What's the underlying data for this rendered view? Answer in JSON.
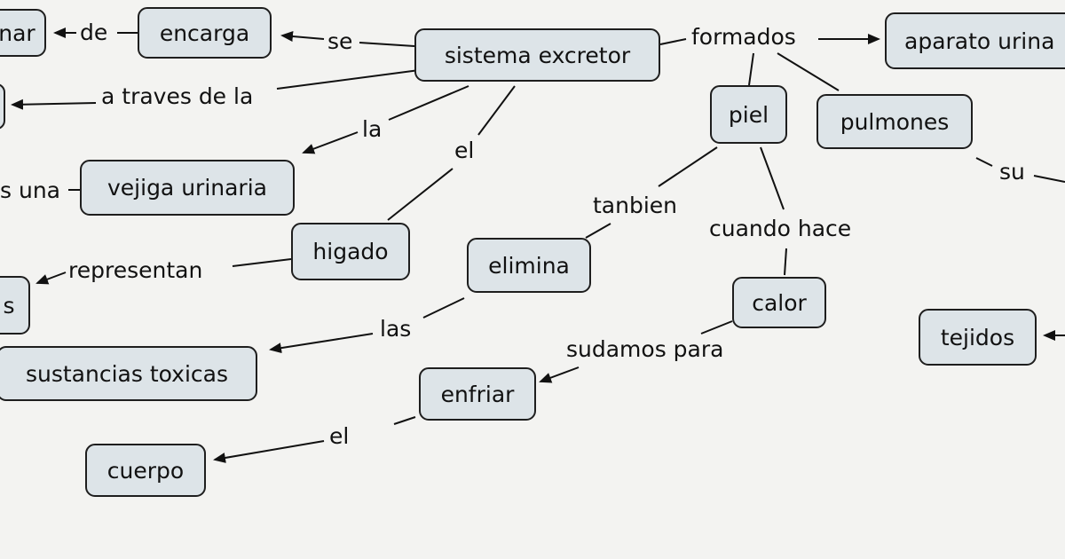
{
  "concepts": {
    "sistema_excretor": "sistema excretor",
    "encarga": "encarga",
    "eliminar_partial": "nar",
    "aparato_urinario_partial": "aparato urina",
    "left_partial_1": "",
    "vejiga_urinaria": "vejiga urinaria",
    "piel": "piel",
    "pulmones": "pulmones",
    "higado": "higado",
    "left_partial_2": "s",
    "elimina": "elimina",
    "calor": "calor",
    "tejidos": "tejidos",
    "sustancias_toxicas": "sustancias toxicas",
    "enfriar": "enfriar",
    "cuerpo": "cuerpo"
  },
  "linking_phrases": {
    "de": "de",
    "se": "se",
    "formados": "formados",
    "a_traves_de_la": "a traves de la",
    "la": "la",
    "el_1": "el",
    "es_una": "s una",
    "su": "su",
    "tanbien": "tanbien",
    "cuando_hace": "cuando hace",
    "representan": "representan",
    "las": "las",
    "sudamos_para": "sudamos para",
    "el_2": "el"
  },
  "colors": {
    "background": "#f3f3f1",
    "node_fill": "#dde4e8",
    "stroke": "#1e1e1e"
  }
}
